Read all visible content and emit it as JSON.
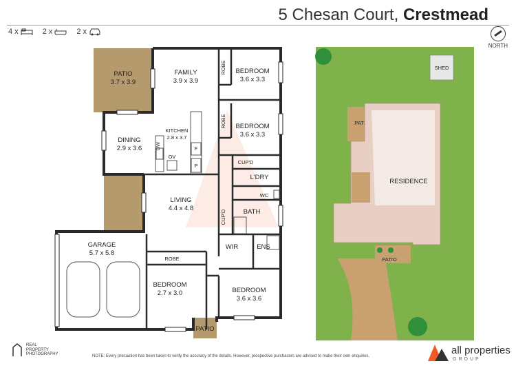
{
  "header": {
    "street": "5 Chesan Court,",
    "suburb": "Crestmead"
  },
  "counts": {
    "beds": "4 x",
    "baths": "2 x",
    "cars": "2 x"
  },
  "north_label": "NORTH",
  "rooms": {
    "patio1": "PATIO",
    "patio1_dim": "3.7 x 3.9",
    "family": "FAMILY",
    "family_dim": "3.9 x 3.9",
    "robe1": "ROBE",
    "bed1": "BEDROOM",
    "bed1_dim": "3.6 x 3.3",
    "robe2": "ROBE",
    "bed2": "BEDROOM",
    "bed2_dim": "3.6 x 3.3",
    "dining": "DINING",
    "dining_dim": "2.9 x 3.6",
    "kitchen": "KITCHEN",
    "kitchen_dim": "2.8 x 3.7",
    "dw": "DW",
    "ov": "OV",
    "f": "F",
    "p": "P",
    "cupd1": "CUP'D",
    "ldry": "L'DRY",
    "wc": "WC",
    "living": "LIVING",
    "living_dim": "4.4 x 4.8",
    "cupd2": "CUP'D",
    "bath": "BATH",
    "garage": "GARAGE",
    "garage_dim": "5.7 x 5.8",
    "robe3": "ROBE",
    "wir": "WIR",
    "ens": "ENS",
    "bed3": "BEDROOM",
    "bed3_dim": "2.7 x 3.0",
    "bed4": "BEDROOM",
    "bed4_dim": "3.6 x 3.6",
    "patio2": "PATIO"
  },
  "site": {
    "shed": "SHED",
    "patio_top": "PATIO",
    "residence": "RESIDENCE",
    "patio_bottom": "PATIO"
  },
  "footer": {
    "note": "NOTE: Every precaution has been taken to verify the accuracy of the details. However, prospective purchasers are advised to make their own enquiries.",
    "left_logo_1": "REAL",
    "left_logo_2": "PROPERTY",
    "left_logo_3": "PHOTOGRAPHY",
    "right_logo_name": "all properties",
    "right_logo_group": "GROUP"
  },
  "colors": {
    "patio": "#b59a6e",
    "wall": "#2a2a2a",
    "grass": "#7fb24a",
    "driveway": "#c9a170",
    "residence_roof": "#e8cfc4",
    "accent": "#f05a28"
  }
}
